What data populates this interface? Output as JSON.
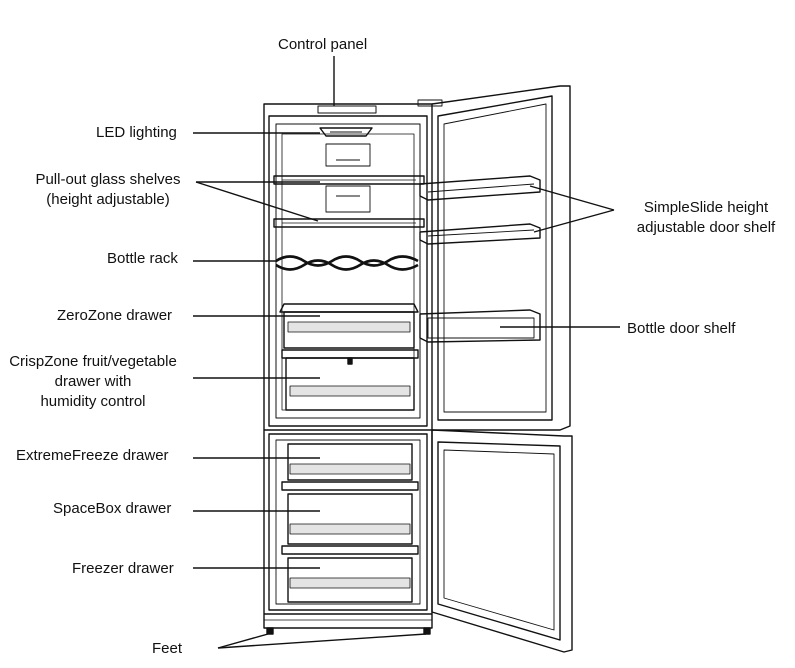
{
  "labels": {
    "control_panel": "Control panel",
    "led_lighting": "LED lighting",
    "glass_shelves_1": "Pull-out glass shelves",
    "glass_shelves_2": "(height adjustable)",
    "bottle_rack": "Bottle rack",
    "zerozone": "ZeroZone drawer",
    "crispzone_1": "CrispZone fruit/vegetable",
    "crispzone_2": "drawer with",
    "crispzone_3": "humidity control",
    "extremefreeze": "ExtremeFreeze drawer",
    "spacebox": "SpaceBox drawer",
    "freezer_drawer": "Freezer drawer",
    "feet": "Feet",
    "simpleslide_1": "SimpleSlide height",
    "simpleslide_2": "adjustable door shelf",
    "bottle_door_shelf": "Bottle door shelf"
  },
  "colors": {
    "line": "#111111",
    "background": "#ffffff",
    "drawer_fill": "#e4e4e4"
  }
}
